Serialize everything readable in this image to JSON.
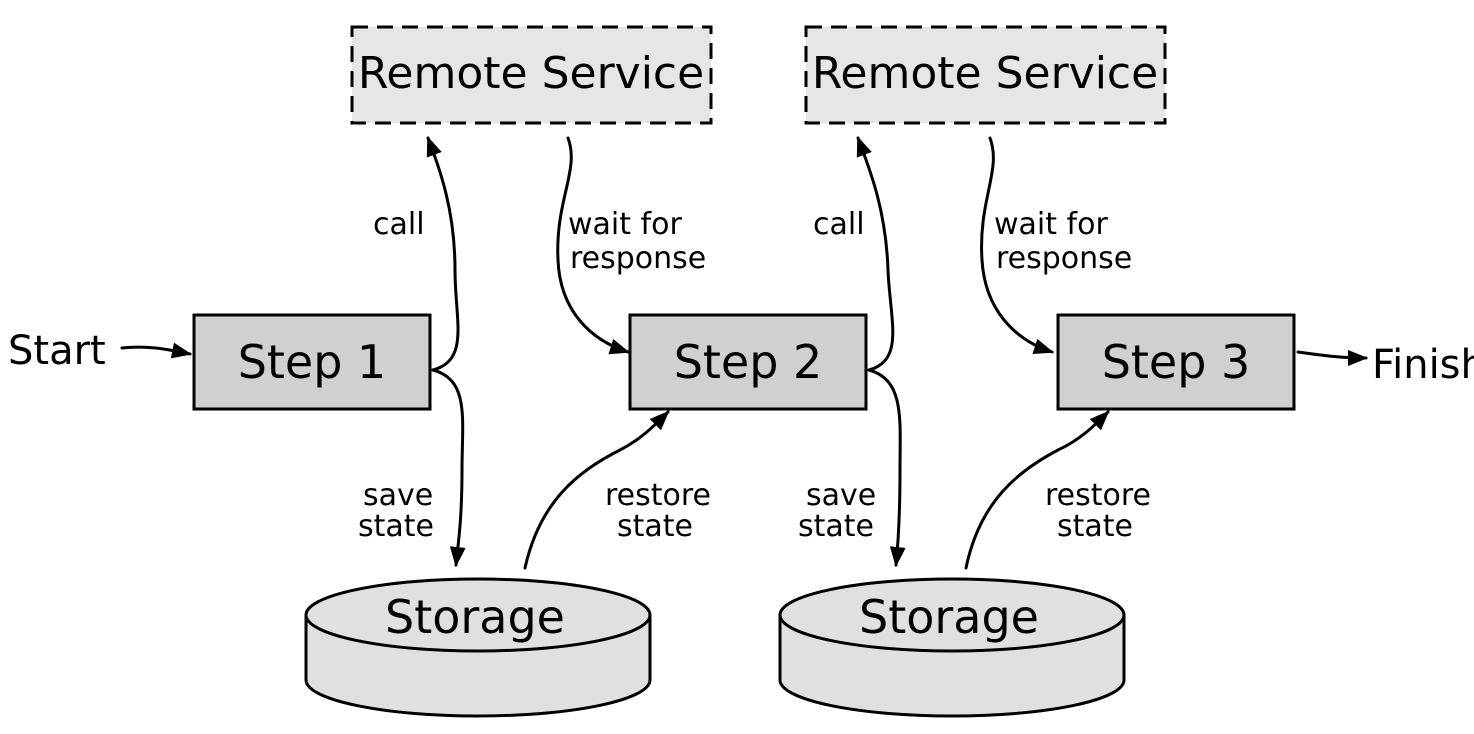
{
  "start_label": "Start",
  "finish_label": "Finish",
  "steps": [
    {
      "label": "Step 1"
    },
    {
      "label": "Step 2"
    },
    {
      "label": "Step 3"
    }
  ],
  "remote_services": [
    {
      "label": "Remote Service"
    },
    {
      "label": "Remote Service"
    }
  ],
  "storages": [
    {
      "label": "Storage"
    },
    {
      "label": "Storage"
    }
  ],
  "edges": {
    "call": "call",
    "wait_line1": "wait for",
    "wait_line2": "response",
    "save_line1": "save",
    "save_line2": "state",
    "restore_line1": "restore",
    "restore_line2": "state"
  },
  "colors": {
    "step_fill": "#d0d0d0",
    "service_fill": "#e6e6e6",
    "storage_fill": "#e0e0e0",
    "stroke": "#000000"
  }
}
